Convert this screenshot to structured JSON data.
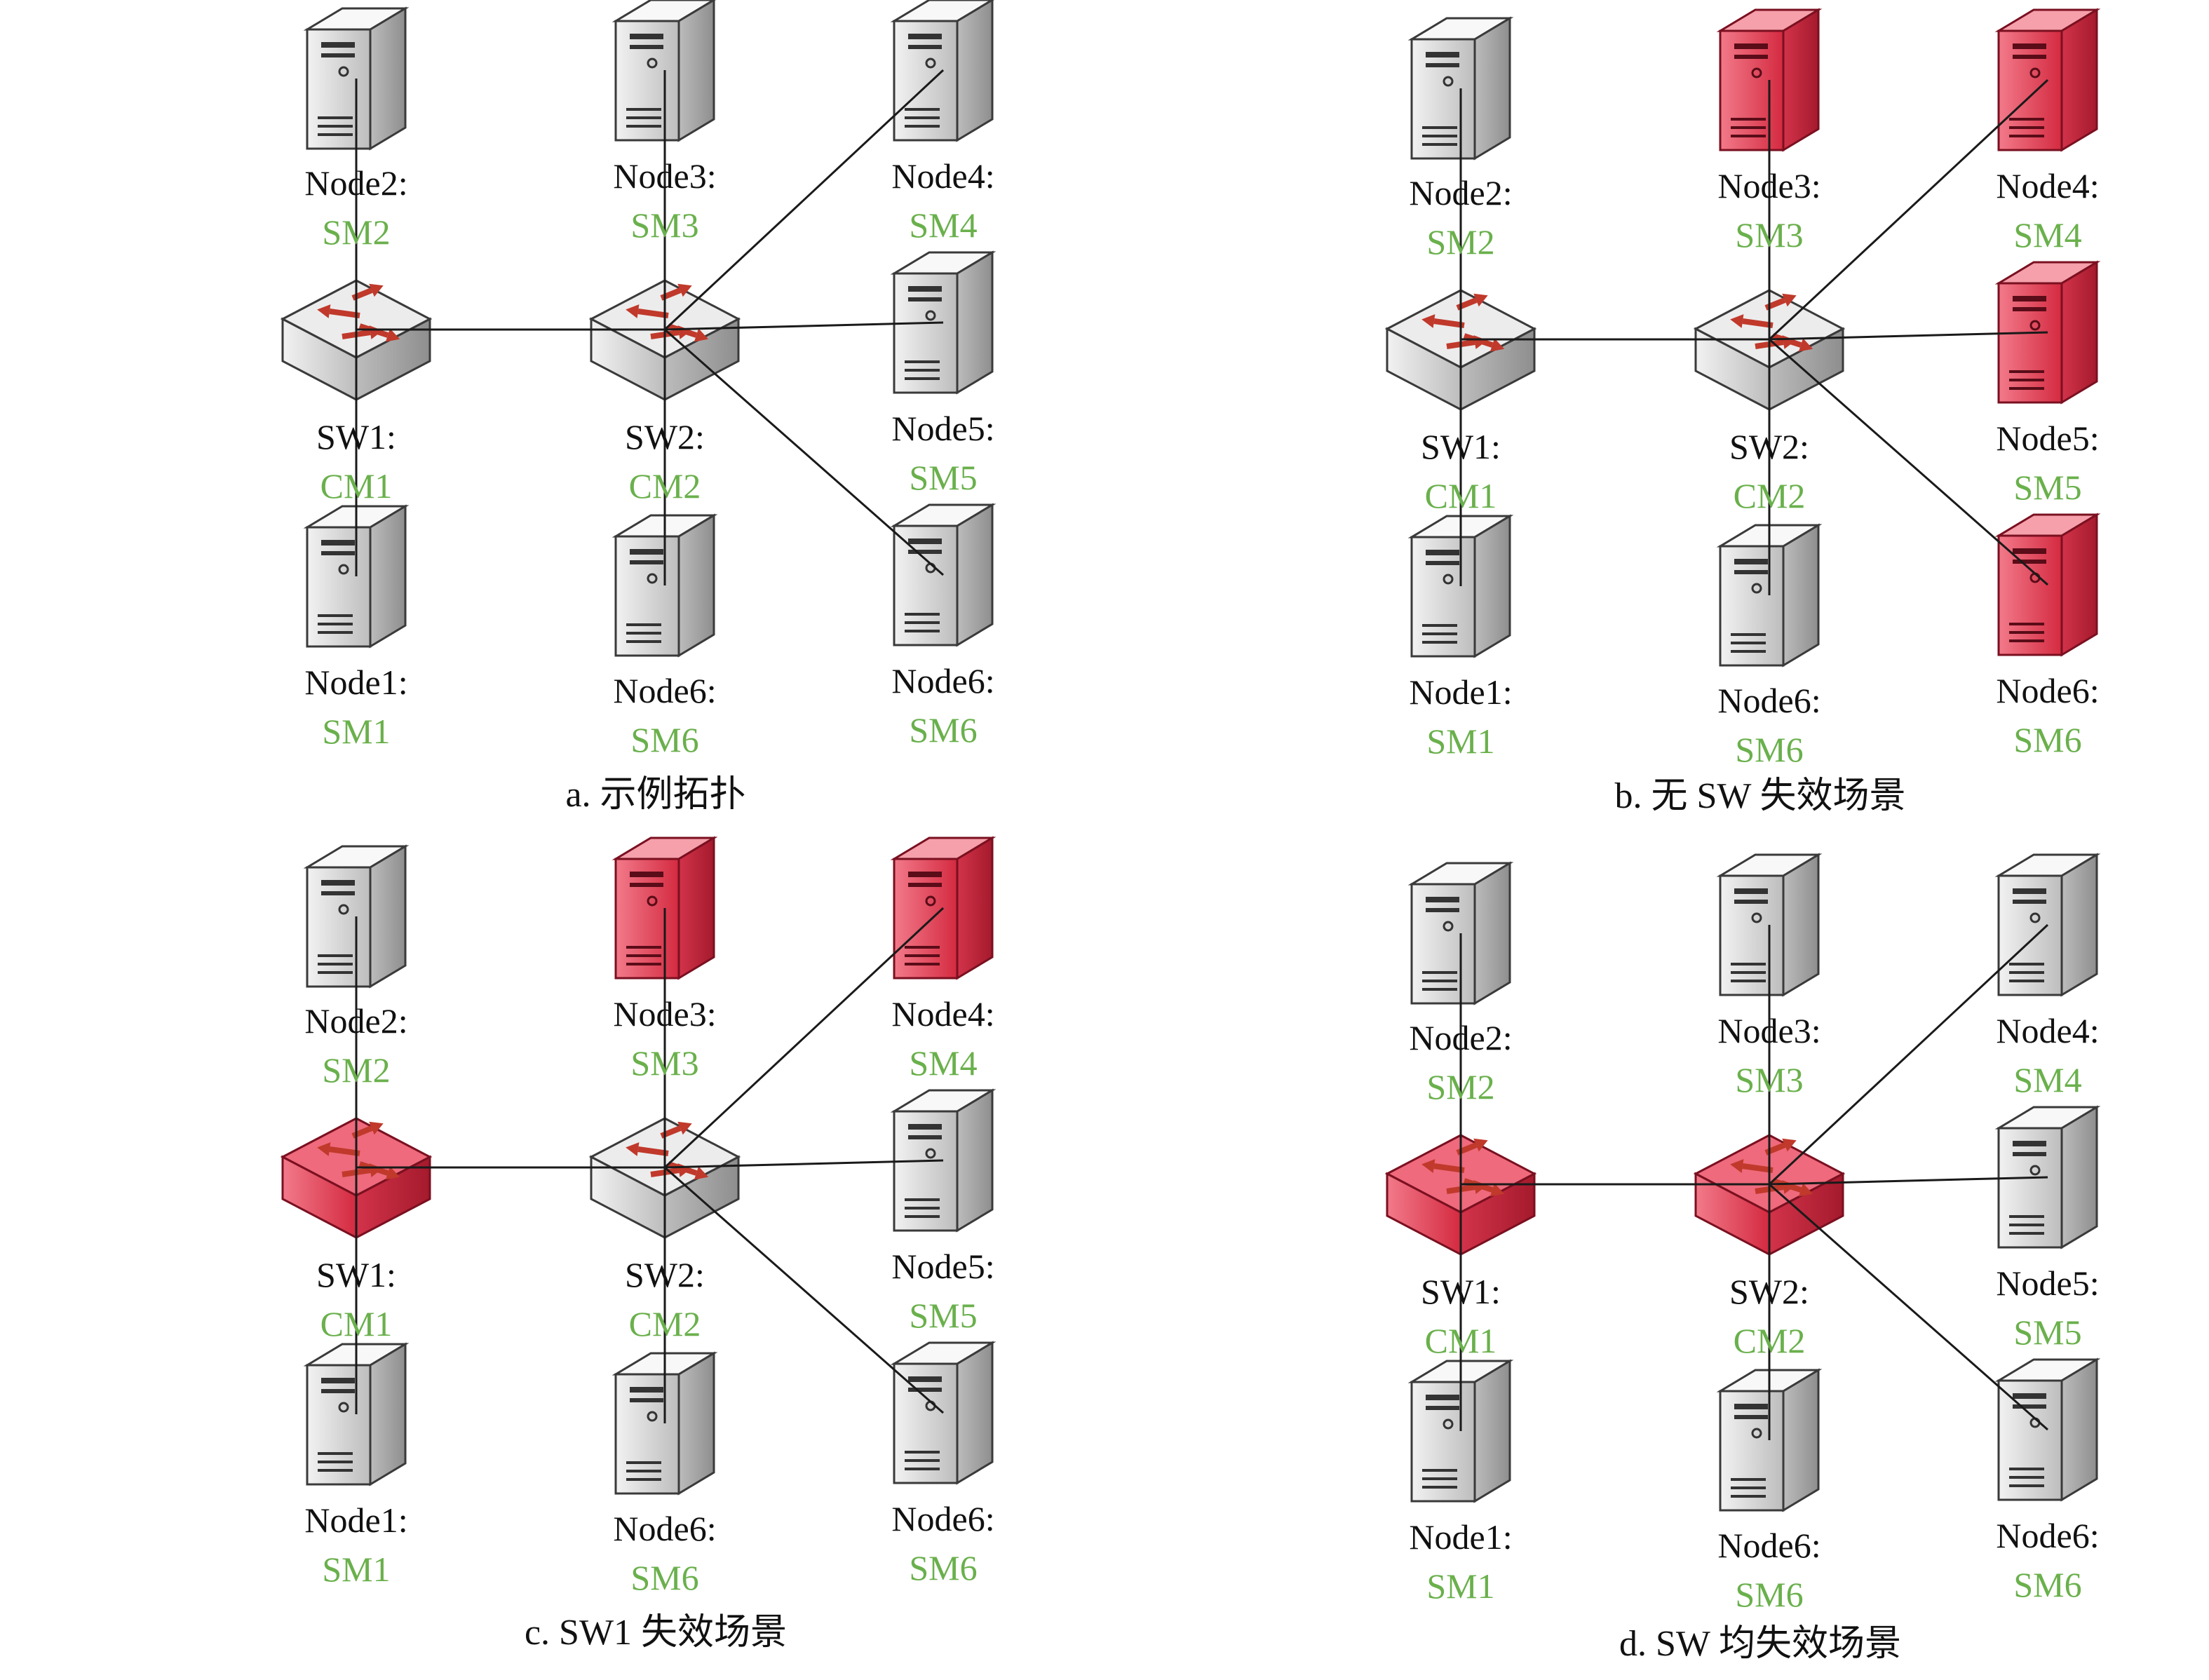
{
  "colors": {
    "normal_fill": "#d4d4d4",
    "failed_fill": "#e0485c",
    "sub_label": "#6ab04c",
    "label": "#111111",
    "link": "#1a1a1a"
  },
  "panels": [
    {
      "caption": "a. 示例拓扑",
      "switches": [
        {
          "name": "SW1:",
          "sub": "CM1",
          "failed": false
        },
        {
          "name": "SW2:",
          "sub": "CM2",
          "failed": false
        }
      ],
      "nodes": [
        {
          "name": "Node2:",
          "sub": "SM2",
          "failed": false
        },
        {
          "name": "Node1:",
          "sub": "SM1",
          "failed": false
        },
        {
          "name": "Node3:",
          "sub": "SM3",
          "failed": false
        },
        {
          "name": "Node6:",
          "sub": "SM6",
          "failed": false
        },
        {
          "name": "Node4:",
          "sub": "SM4",
          "failed": false
        },
        {
          "name": "Node5:",
          "sub": "SM5",
          "failed": false
        },
        {
          "name": "Node6:",
          "sub": "SM6",
          "failed": false
        }
      ]
    },
    {
      "caption": "b. 无 SW 失效场景",
      "switches": [
        {
          "name": "SW1:",
          "sub": "CM1",
          "failed": false
        },
        {
          "name": "SW2:",
          "sub": "CM2",
          "failed": false
        }
      ],
      "nodes": [
        {
          "name": "Node2:",
          "sub": "SM2",
          "failed": false
        },
        {
          "name": "Node1:",
          "sub": "SM1",
          "failed": false
        },
        {
          "name": "Node3:",
          "sub": "SM3",
          "failed": true
        },
        {
          "name": "Node6:",
          "sub": "SM6",
          "failed": false
        },
        {
          "name": "Node4:",
          "sub": "SM4",
          "failed": true
        },
        {
          "name": "Node5:",
          "sub": "SM5",
          "failed": true
        },
        {
          "name": "Node6:",
          "sub": "SM6",
          "failed": true
        }
      ]
    },
    {
      "caption": "c. SW1 失效场景",
      "switches": [
        {
          "name": "SW1:",
          "sub": "CM1",
          "failed": true
        },
        {
          "name": "SW2:",
          "sub": "CM2",
          "failed": false
        }
      ],
      "nodes": [
        {
          "name": "Node2:",
          "sub": "SM2",
          "failed": false
        },
        {
          "name": "Node1:",
          "sub": "SM1",
          "failed": false
        },
        {
          "name": "Node3:",
          "sub": "SM3",
          "failed": true
        },
        {
          "name": "Node6:",
          "sub": "SM6",
          "failed": false
        },
        {
          "name": "Node4:",
          "sub": "SM4",
          "failed": true
        },
        {
          "name": "Node5:",
          "sub": "SM5",
          "failed": false
        },
        {
          "name": "Node6:",
          "sub": "SM6",
          "failed": false
        }
      ]
    },
    {
      "caption": "d. SW 均失效场景",
      "switches": [
        {
          "name": "SW1:",
          "sub": "CM1",
          "failed": true
        },
        {
          "name": "SW2:",
          "sub": "CM2",
          "failed": true
        }
      ],
      "nodes": [
        {
          "name": "Node2:",
          "sub": "SM2",
          "failed": false
        },
        {
          "name": "Node1:",
          "sub": "SM1",
          "failed": false
        },
        {
          "name": "Node3:",
          "sub": "SM3",
          "failed": false
        },
        {
          "name": "Node6:",
          "sub": "SM6",
          "failed": false
        },
        {
          "name": "Node4:",
          "sub": "SM4",
          "failed": false
        },
        {
          "name": "Node5:",
          "sub": "SM5",
          "failed": false
        },
        {
          "name": "Node6:",
          "sub": "SM6",
          "failed": false
        }
      ]
    }
  ]
}
